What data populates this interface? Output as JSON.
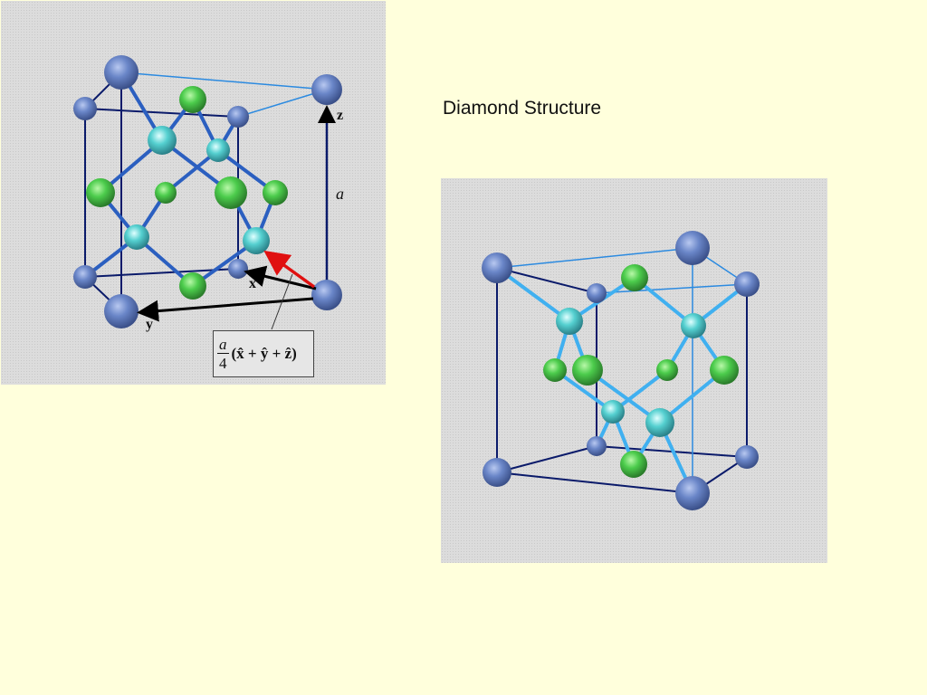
{
  "title": "Diamond Structure",
  "left_figure": {
    "axis_labels": {
      "x": "x",
      "y": "y",
      "z": "z",
      "lattice_constant": "a"
    },
    "formula": {
      "numerator": "a",
      "denominator": "4",
      "vector": "(x̂ + ŷ + ẑ)"
    },
    "colors": {
      "corner_atom": "#6a86c8",
      "face_atom": "#4ccc4c",
      "interior_atom": "#55d0d0",
      "bond": "#2b5fc0",
      "edge": "#0a1a6a",
      "highlight_arrow": "#e01010"
    }
  },
  "right_figure": {
    "colors": {
      "corner_atom": "#6a86c8",
      "face_atom": "#4ccc4c",
      "interior_atom": "#55d0d0",
      "bond": "#40b0f0",
      "edge": "#0a1a6a"
    }
  }
}
